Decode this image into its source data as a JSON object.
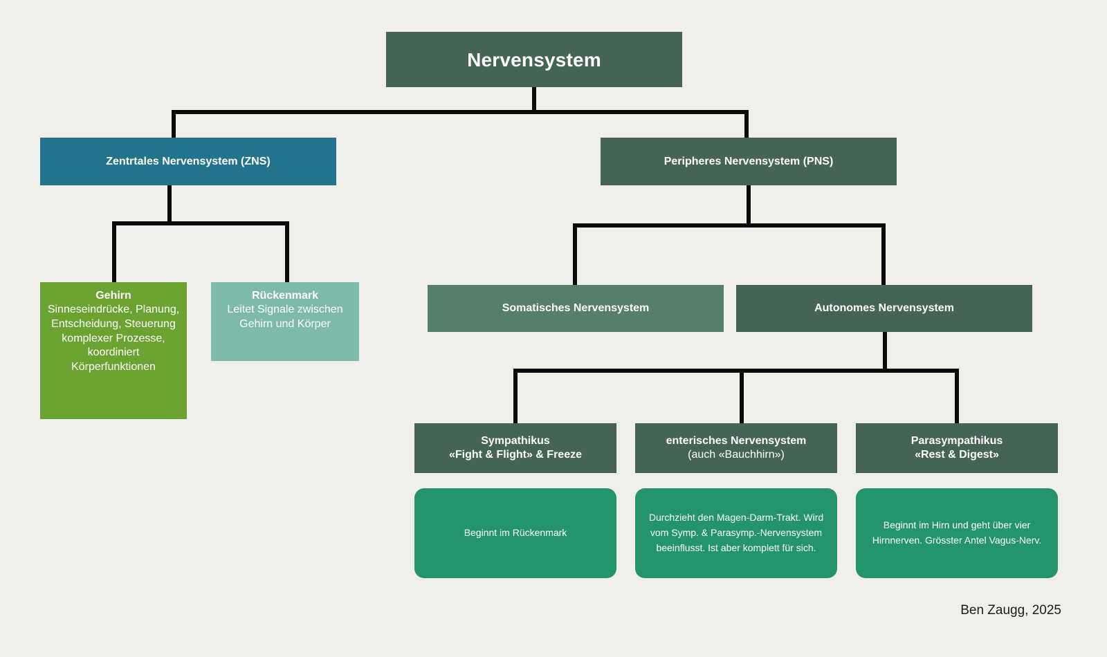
{
  "diagram": {
    "title": "Nervensystem",
    "background_color": "#f0efe9",
    "connector_color": "#0a0a0a",
    "credit": "Ben Zaugg, 2025"
  },
  "nodes": {
    "root": {
      "label": "Nervensystem",
      "color": "#466455"
    },
    "zns": {
      "label": "Zentrtales Nervensystem (ZNS)",
      "color": "#23748a"
    },
    "pns": {
      "label": "Peripheres Nervensystem (PNS)",
      "color": "#466455"
    },
    "gehirn": {
      "label": "Gehirn",
      "description": "Sinneseindrücke, Planung, Entscheidung, Steuerung komplexer Prozesse, koordiniert Körperfunktionen",
      "color": "#6ba331"
    },
    "rueckenmark": {
      "label": "Rückenmark",
      "description": "Leitet Signale zwischen Gehirn und Körper",
      "color": "#7dbaac"
    },
    "somatisch": {
      "label": "Somatisches Nervensystem",
      "color": "#567f68"
    },
    "autonom": {
      "label": "Autonomes Nervensystem",
      "color": "#466455"
    },
    "sympathikus": {
      "label": "Sympathikus",
      "subtitle": "«Fight & Flight» & Freeze",
      "color": "#466455"
    },
    "enterisch": {
      "label": "enterisches Nervensystem",
      "subtitle": "(auch «Bauchhirn»)",
      "color": "#466455"
    },
    "parasympathikus": {
      "label": "Parasympathikus",
      "subtitle": "«Rest & Digest»",
      "color": "#466455"
    }
  },
  "cards": {
    "sympathikus": {
      "text": "Beginnt im Rückenmark",
      "color": "#23946b"
    },
    "enterisch": {
      "text": "Durchzieht den Magen-Darm-Trakt. Wird vom Symp. & Parasymp.-Nervensystem beeinflusst. Ist aber komplett für sich.",
      "color": "#23946b"
    },
    "parasympathikus": {
      "text": "Beginnt im Hirn und geht über vier Hirnnerven. Grösster Antel Vagus-Nerv.",
      "color": "#23946b"
    }
  }
}
